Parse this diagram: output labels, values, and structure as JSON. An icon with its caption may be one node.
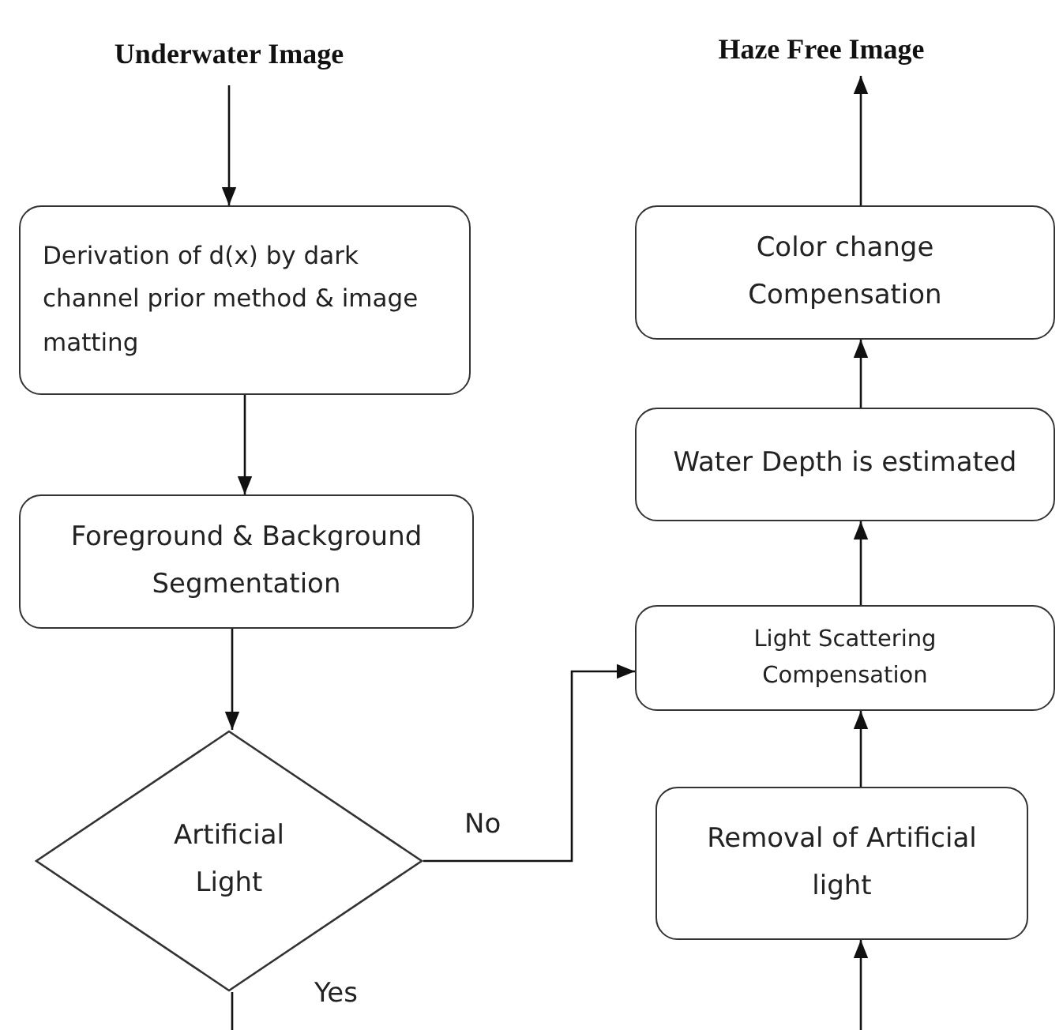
{
  "diagram": {
    "nodes": [
      {
        "text": [
          "Underwater Image"
        ]
      },
      {
        "text": [
          "Derivation of d(x) by dark channel prior method & image matting"
        ]
      },
      {
        "text": [
          "Foreground & Background Segmentation"
        ]
      },
      {
        "text": [
          "Artificial Light"
        ]
      },
      {
        "text": [
          "Haze Free Image"
        ]
      },
      {
        "text": [
          "Color change Compensation"
        ]
      },
      {
        "text": [
          "Water Depth is estimated"
        ]
      },
      {
        "text": [
          "Light Scattering Compensation"
        ]
      },
      {
        "text": [
          "Removal of Artificial light"
        ]
      }
    ],
    "edges": [
      {
        "from": 0,
        "to": 1,
        "arrow": "to"
      },
      {
        "from": 1,
        "to": 2,
        "arrow": "to"
      },
      {
        "from": 2,
        "to": 3,
        "arrow": "to"
      },
      {
        "from": 3,
        "to": 7,
        "arrow": "to",
        "label": "No"
      },
      {
        "from": 3,
        "to": null,
        "arrow": "none",
        "label": "Yes"
      },
      {
        "from": null,
        "to": 8,
        "arrow": "to"
      },
      {
        "from": 8,
        "to": 7,
        "arrow": "to"
      },
      {
        "from": 7,
        "to": 6,
        "arrow": "to"
      },
      {
        "from": 6,
        "to": 5,
        "arrow": "to"
      },
      {
        "from": 5,
        "to": 4,
        "arrow": "to"
      }
    ]
  }
}
